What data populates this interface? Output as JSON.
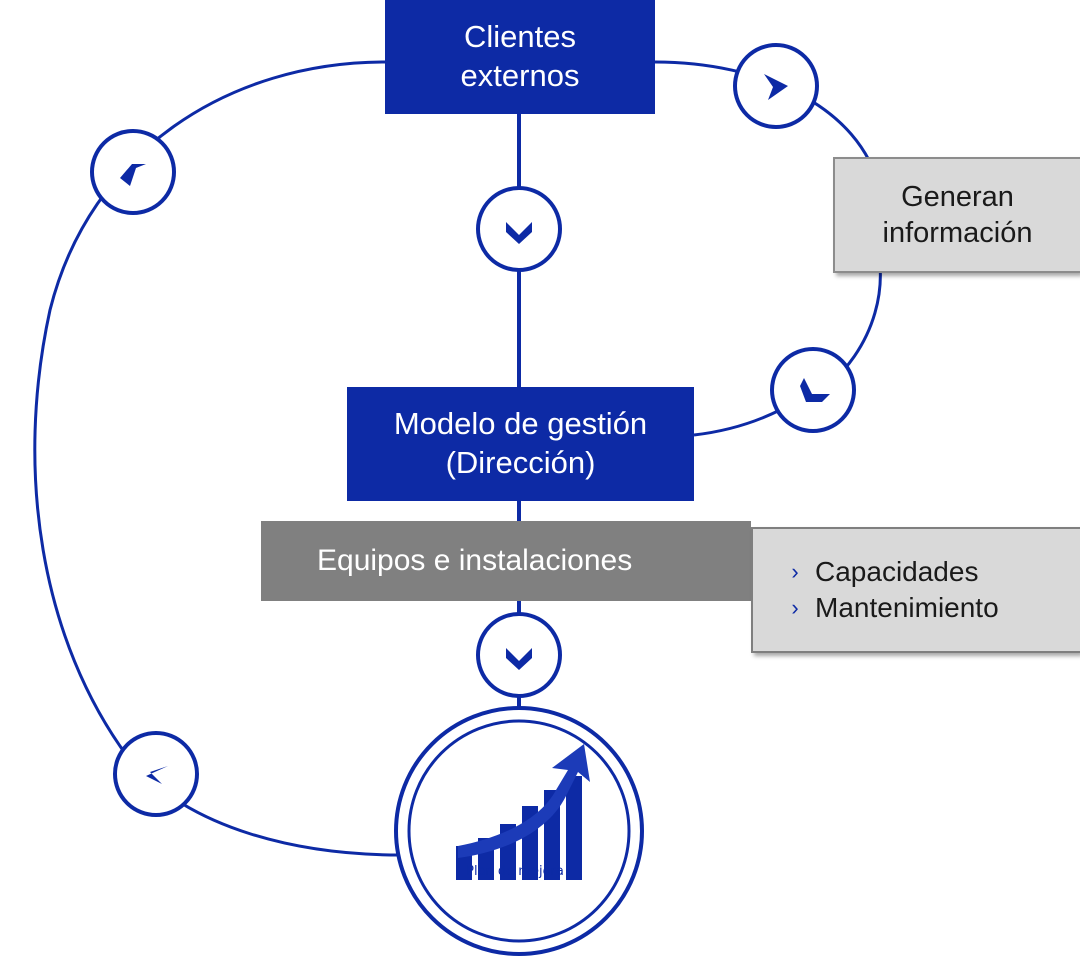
{
  "nodes": {
    "clientes": [
      "Clientes",
      "externos"
    ],
    "modelo": [
      "Modelo de gestión",
      "(Dirección)"
    ],
    "generan": [
      "Generan",
      "información"
    ],
    "equipos": "Equipos e instalaciones",
    "bullets": [
      "Capacidades",
      "Mantenimiento"
    ],
    "plan": "Plan de mejora"
  },
  "colors": {
    "primary_blue": "#0d2aa5",
    "gray_box": "#808080",
    "light_gray_box": "#d9d9d9"
  },
  "icons": {
    "arrow_circle": "chevron-arrow-icon",
    "plan": "growth-chart-arrow-icon",
    "bullet": "chevron-right-icon"
  }
}
